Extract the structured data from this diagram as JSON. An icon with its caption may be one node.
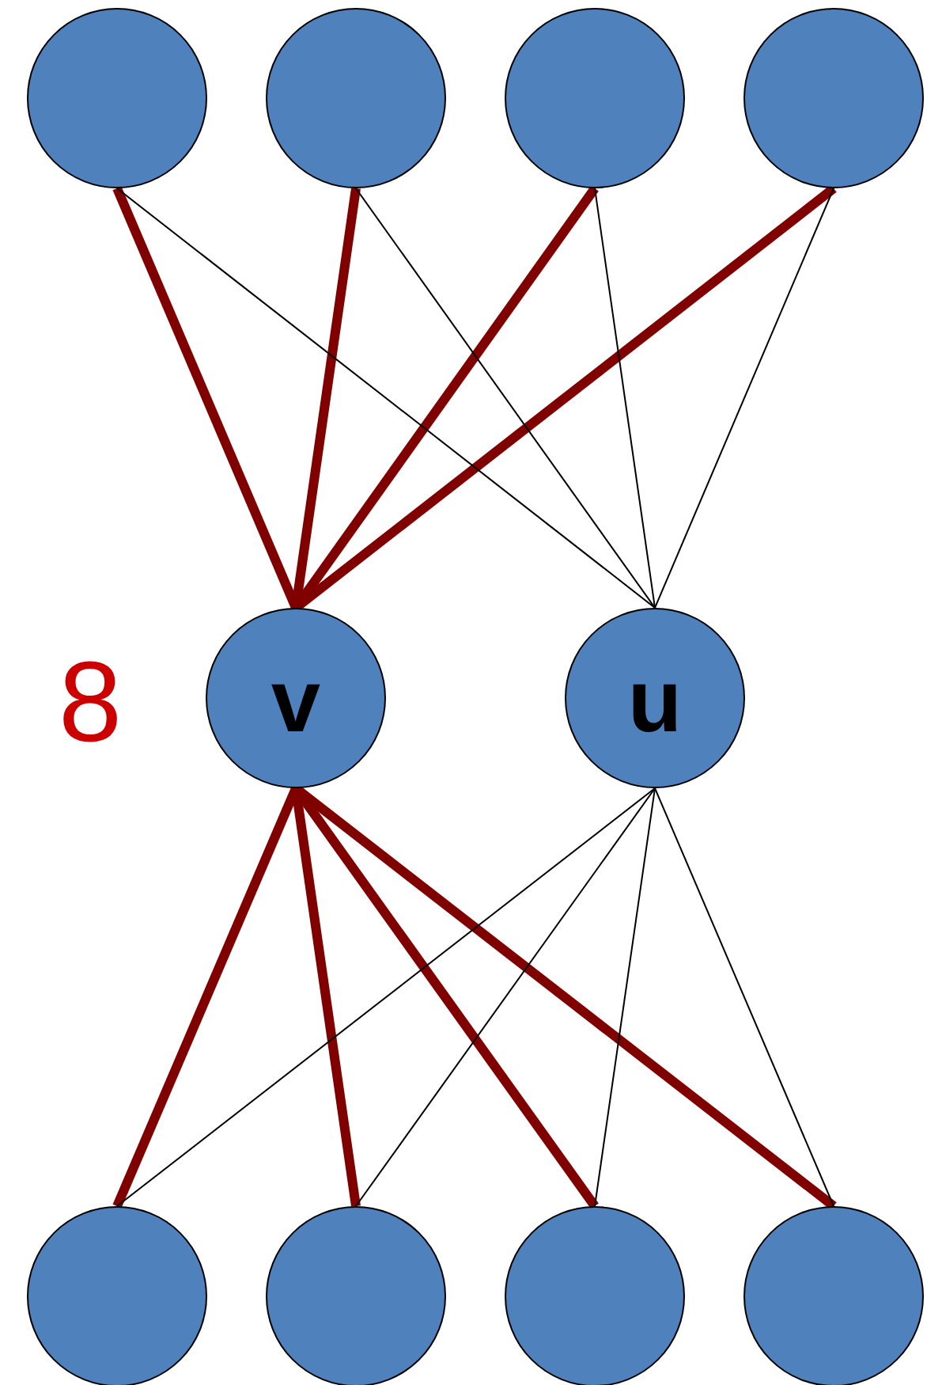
{
  "diagram": {
    "nodes": [
      {
        "text": [],
        "shape": "circle"
      },
      {
        "text": [],
        "shape": "circle"
      },
      {
        "text": [],
        "shape": "circle"
      },
      {
        "text": [],
        "shape": "circle"
      },
      {
        "text": [
          "v"
        ]
      },
      {
        "text": [
          "u"
        ]
      },
      {
        "text": [],
        "shape": "circle"
      },
      {
        "text": [],
        "shape": "circle"
      },
      {
        "text": [],
        "shape": "circle"
      },
      {
        "text": [],
        "shape": "circle"
      }
    ],
    "edges": [
      {
        "from": 0,
        "to": 4,
        "arrow": "none",
        "style": "thick",
        "color": "#800000"
      },
      {
        "from": 1,
        "to": 4,
        "arrow": "none",
        "style": "thick",
        "color": "#800000"
      },
      {
        "from": 2,
        "to": 4,
        "arrow": "none",
        "style": "thick",
        "color": "#800000"
      },
      {
        "from": 3,
        "to": 4,
        "arrow": "none",
        "style": "thick",
        "color": "#800000"
      },
      {
        "from": 0,
        "to": 5,
        "arrow": "none",
        "color": "#000000"
      },
      {
        "from": 1,
        "to": 5,
        "arrow": "none",
        "color": "#000000"
      },
      {
        "from": 2,
        "to": 5,
        "arrow": "none",
        "color": "#000000"
      },
      {
        "from": 3,
        "to": 5,
        "arrow": "none",
        "color": "#000000"
      },
      {
        "from": 4,
        "to": 6,
        "arrow": "none",
        "style": "thick",
        "color": "#800000"
      },
      {
        "from": 4,
        "to": 7,
        "arrow": "none",
        "style": "thick",
        "color": "#800000"
      },
      {
        "from": 4,
        "to": 8,
        "arrow": "none",
        "style": "thick",
        "color": "#800000"
      },
      {
        "from": 4,
        "to": 9,
        "arrow": "none",
        "style": "thick",
        "color": "#800000"
      },
      {
        "from": 5,
        "to": 6,
        "arrow": "none",
        "color": "#000000"
      },
      {
        "from": 5,
        "to": 7,
        "arrow": "none",
        "color": "#000000"
      },
      {
        "from": 5,
        "to": 8,
        "arrow": "none",
        "color": "#000000"
      },
      {
        "from": 5,
        "to": 9,
        "arrow": "none",
        "color": "#000000"
      }
    ],
    "labels": [
      "8"
    ]
  }
}
